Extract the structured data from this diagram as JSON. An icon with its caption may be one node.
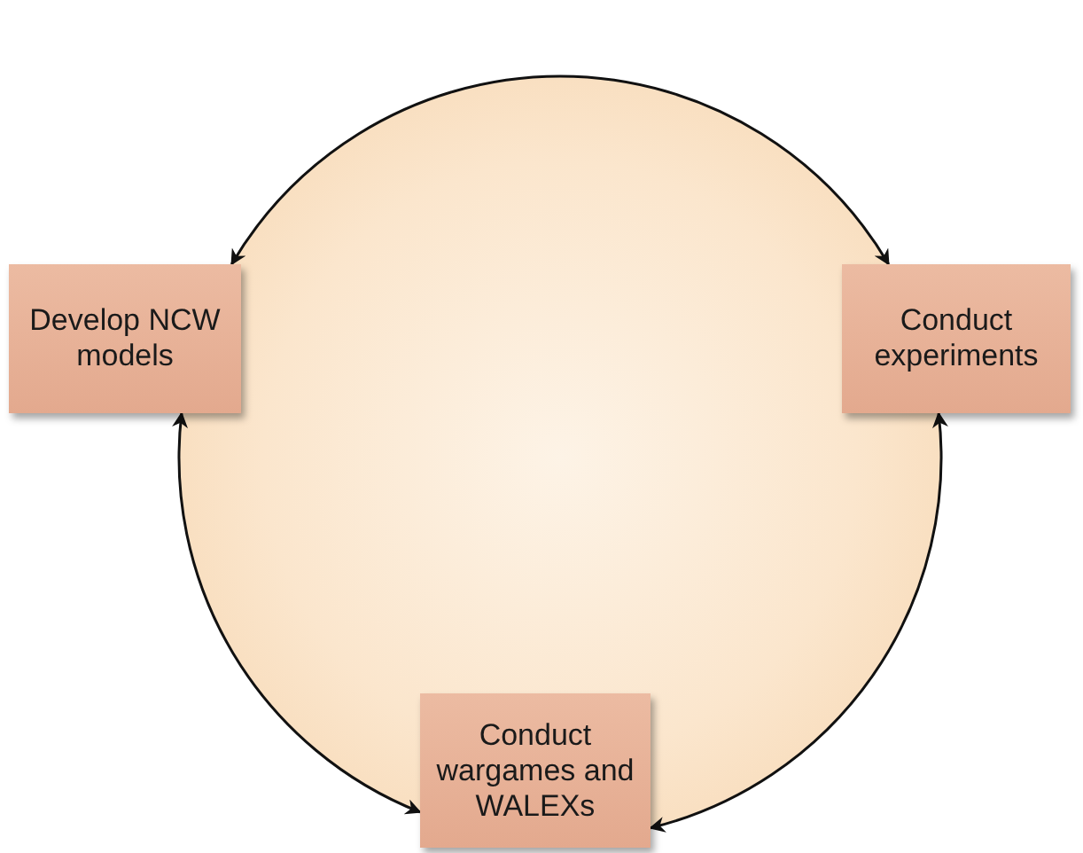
{
  "diagram": {
    "nodes": [
      {
        "text": [
          "Develop NCW models"
        ]
      },
      {
        "text": [
          "Conduct experiments"
        ]
      },
      {
        "text": [
          "Conduct wargames and WALEXs"
        ]
      }
    ],
    "edges": [
      {
        "from": 0,
        "to": 1,
        "arrow": "both"
      },
      {
        "from": 0,
        "to": 2,
        "arrow": "both"
      },
      {
        "from": 1,
        "to": 2,
        "arrow": "both"
      }
    ]
  }
}
